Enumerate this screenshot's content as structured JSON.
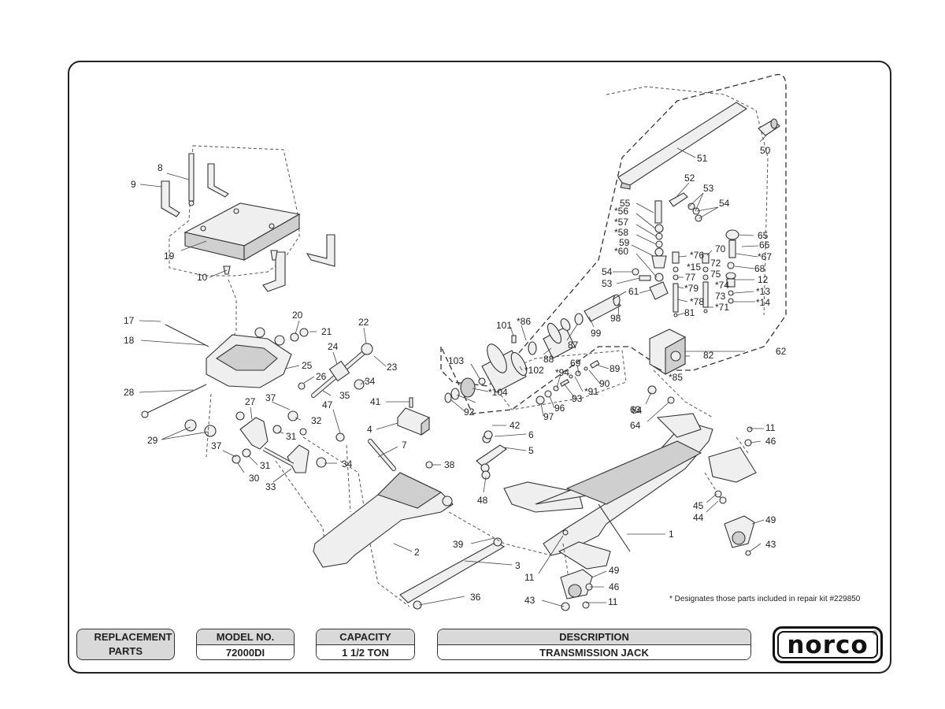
{
  "footer": {
    "replacement_parts": "REPLACEMENT PARTS",
    "model_label": "MODEL NO.",
    "model_value": "72000DI",
    "capacity_label": "CAPACITY",
    "capacity_value": "1 1/2 TON",
    "description_label": "DESCRIPTION",
    "description_value": "TRANSMISSION JACK"
  },
  "brand": {
    "logo_text": "norco",
    "registered_mark": "®"
  },
  "note": "* Designates those parts included in repair kit #229850",
  "callouts": [
    {
      "id": "c1",
      "text": "1"
    },
    {
      "id": "c2",
      "text": "2"
    },
    {
      "id": "c3",
      "text": "3"
    },
    {
      "id": "c4",
      "text": "4"
    },
    {
      "id": "c5",
      "text": "5"
    },
    {
      "id": "c6",
      "text": "6"
    },
    {
      "id": "c7",
      "text": "7"
    },
    {
      "id": "c8",
      "text": "8"
    },
    {
      "id": "c9",
      "text": "9"
    },
    {
      "id": "c10",
      "text": "10"
    },
    {
      "id": "c11a",
      "text": "11"
    },
    {
      "id": "c11b",
      "text": "11"
    },
    {
      "id": "c11c",
      "text": "11"
    },
    {
      "id": "c12",
      "text": "12"
    },
    {
      "id": "c13",
      "text": "*13"
    },
    {
      "id": "c14",
      "text": "*14"
    },
    {
      "id": "c15",
      "text": "*15"
    },
    {
      "id": "c17",
      "text": "17"
    },
    {
      "id": "c18",
      "text": "18"
    },
    {
      "id": "c19",
      "text": "19"
    },
    {
      "id": "c20",
      "text": "20"
    },
    {
      "id": "c21",
      "text": "21"
    },
    {
      "id": "c22",
      "text": "22"
    },
    {
      "id": "c23",
      "text": "23"
    },
    {
      "id": "c24",
      "text": "24"
    },
    {
      "id": "c25",
      "text": "25"
    },
    {
      "id": "c26",
      "text": "26"
    },
    {
      "id": "c27",
      "text": "27"
    },
    {
      "id": "c28",
      "text": "28"
    },
    {
      "id": "c29",
      "text": "29"
    },
    {
      "id": "c30",
      "text": "30"
    },
    {
      "id": "c31a",
      "text": "31"
    },
    {
      "id": "c31b",
      "text": "31"
    },
    {
      "id": "c32",
      "text": "32"
    },
    {
      "id": "c33",
      "text": "33"
    },
    {
      "id": "c34a",
      "text": "34"
    },
    {
      "id": "c34b",
      "text": "34"
    },
    {
      "id": "c35",
      "text": "35"
    },
    {
      "id": "c36",
      "text": "36"
    },
    {
      "id": "c37a",
      "text": "37"
    },
    {
      "id": "c37b",
      "text": "37"
    },
    {
      "id": "c38",
      "text": "38"
    },
    {
      "id": "c39",
      "text": "39"
    },
    {
      "id": "c41",
      "text": "41"
    },
    {
      "id": "c42",
      "text": "42"
    },
    {
      "id": "c43a",
      "text": "43"
    },
    {
      "id": "c43b",
      "text": "43"
    },
    {
      "id": "c44",
      "text": "44"
    },
    {
      "id": "c45",
      "text": "45"
    },
    {
      "id": "c46a",
      "text": "46"
    },
    {
      "id": "c46b",
      "text": "46"
    },
    {
      "id": "c47",
      "text": "47"
    },
    {
      "id": "c48",
      "text": "48"
    },
    {
      "id": "c49a",
      "text": "49"
    },
    {
      "id": "c49b",
      "text": "49"
    },
    {
      "id": "c50",
      "text": "50"
    },
    {
      "id": "c51",
      "text": "51"
    },
    {
      "id": "c52",
      "text": "52"
    },
    {
      "id": "c53a",
      "text": "53"
    },
    {
      "id": "c53b",
      "text": "53"
    },
    {
      "id": "c54a",
      "text": "54"
    },
    {
      "id": "c54b",
      "text": "54"
    },
    {
      "id": "c55",
      "text": "55"
    },
    {
      "id": "c56",
      "text": "*56"
    },
    {
      "id": "c57",
      "text": "*57"
    },
    {
      "id": "c58",
      "text": "*58"
    },
    {
      "id": "c59",
      "text": "59"
    },
    {
      "id": "c60",
      "text": "*60"
    },
    {
      "id": "c61",
      "text": "61"
    },
    {
      "id": "c62",
      "text": "62"
    },
    {
      "id": "c63",
      "text": "63"
    },
    {
      "id": "c64",
      "text": "64"
    },
    {
      "id": "c65",
      "text": "65"
    },
    {
      "id": "c66",
      "text": "66"
    },
    {
      "id": "c67",
      "text": "*67"
    },
    {
      "id": "c68",
      "text": "68"
    },
    {
      "id": "c69",
      "text": "69"
    },
    {
      "id": "c70",
      "text": "70"
    },
    {
      "id": "c71",
      "text": "*71"
    },
    {
      "id": "c72",
      "text": "72"
    },
    {
      "id": "c73",
      "text": "73"
    },
    {
      "id": "c74",
      "text": "*74"
    },
    {
      "id": "c75",
      "text": "75"
    },
    {
      "id": "c76",
      "text": "*76"
    },
    {
      "id": "c77",
      "text": "77"
    },
    {
      "id": "c78",
      "text": "*78"
    },
    {
      "id": "c79",
      "text": "*79"
    },
    {
      "id": "c81",
      "text": "81"
    },
    {
      "id": "c82",
      "text": "82"
    },
    {
      "id": "c84",
      "text": "84"
    },
    {
      "id": "c85",
      "text": "*85"
    },
    {
      "id": "c86",
      "text": "*86"
    },
    {
      "id": "c87",
      "text": "87"
    },
    {
      "id": "c88",
      "text": "88"
    },
    {
      "id": "c89",
      "text": "89"
    },
    {
      "id": "c90",
      "text": "90"
    },
    {
      "id": "c91",
      "text": "*91"
    },
    {
      "id": "c92",
      "text": "92"
    },
    {
      "id": "c93",
      "text": "93"
    },
    {
      "id": "c94",
      "text": "*94"
    },
    {
      "id": "c96",
      "text": "96"
    },
    {
      "id": "c97",
      "text": "97"
    },
    {
      "id": "c98",
      "text": "98"
    },
    {
      "id": "c99",
      "text": "99"
    },
    {
      "id": "c101",
      "text": "101"
    },
    {
      "id": "c102",
      "text": "*102"
    },
    {
      "id": "c103",
      "text": "103"
    },
    {
      "id": "c104",
      "text": "*104"
    }
  ]
}
